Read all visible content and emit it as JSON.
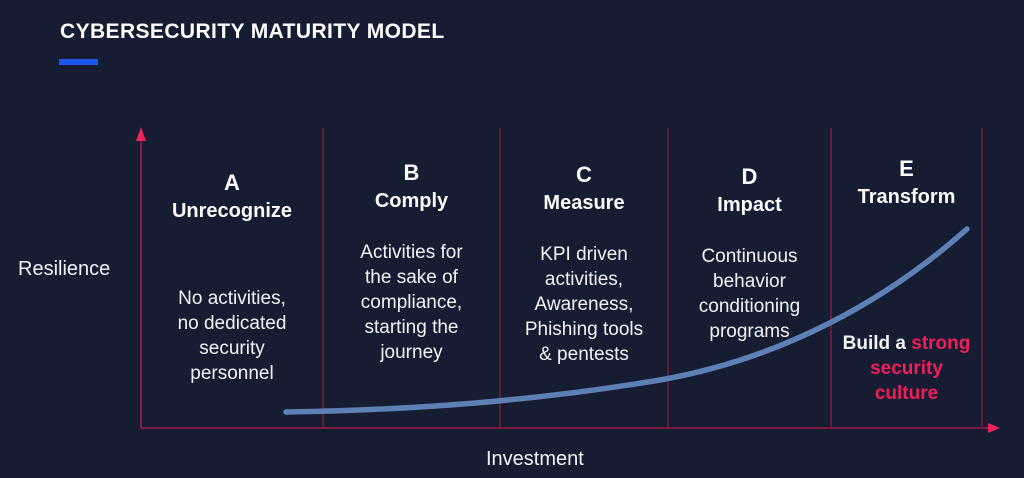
{
  "title": "CYBERSECURITY MATURITY MODEL",
  "axes": {
    "y_label": "Resilience",
    "x_label": "Investment"
  },
  "columns": [
    {
      "letter": "A",
      "name": "Unrecognize",
      "body": "No activities, no dedicated security personnel"
    },
    {
      "letter": "B",
      "name": "Comply",
      "body": "Activities for the sake of compliance, starting the journey"
    },
    {
      "letter": "C",
      "name": "Measure",
      "body": "KPI driven activities, Awareness, Phishing tools & pentests"
    },
    {
      "letter": "D",
      "name": "Impact",
      "body": "Continuous behavior conditioning programs"
    },
    {
      "letter": "E",
      "name": "Transform",
      "body_prefix": "Build a ",
      "body_highlight": "strong security culture"
    }
  ],
  "colors": {
    "background": "#161d32",
    "text": "#f2f3f6",
    "title_underline": "#1f56ec",
    "axis_line": "#a01d4a",
    "arrow": "#ee2158",
    "divider": "#8c1c40",
    "curve": "#5e81b5",
    "highlight": "#ed1e59"
  }
}
